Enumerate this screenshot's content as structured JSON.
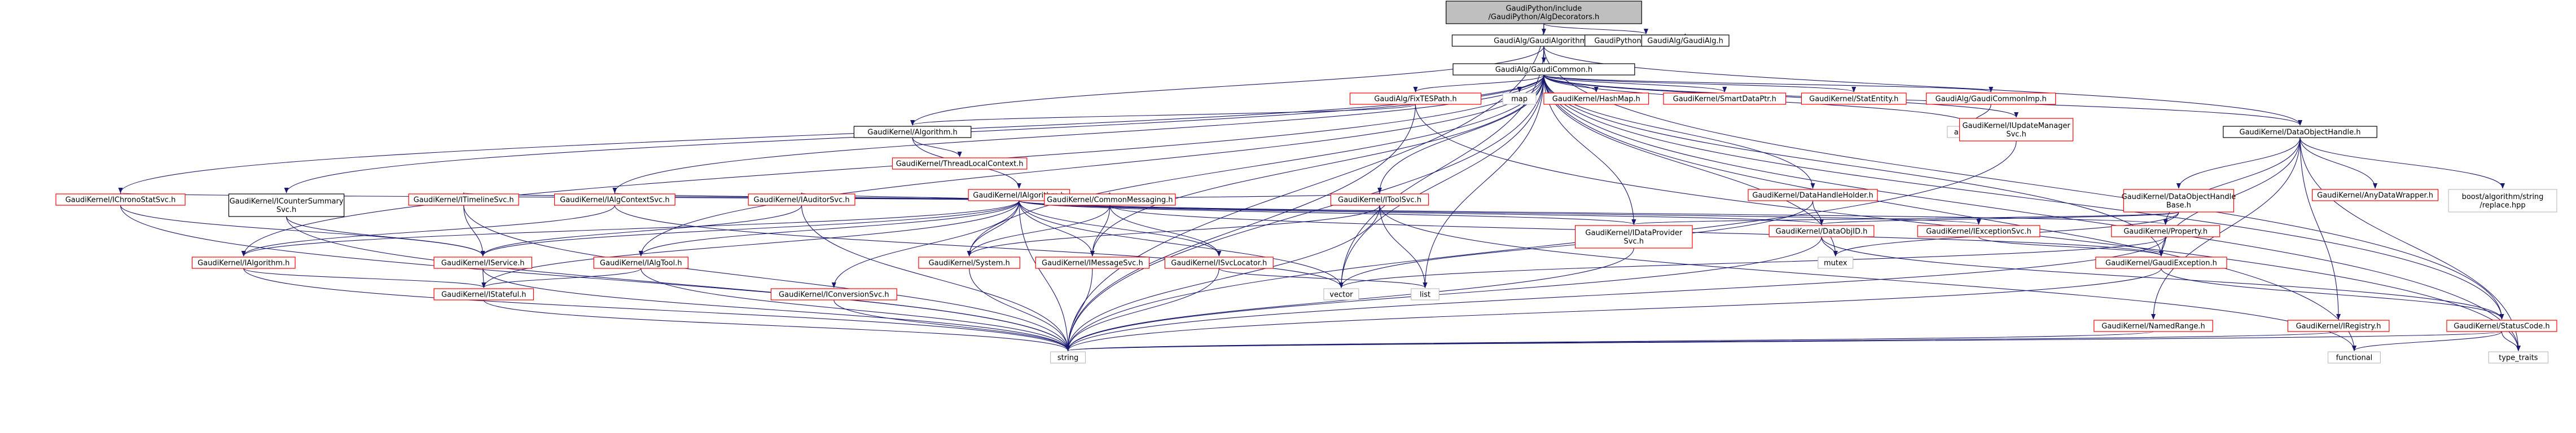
{
  "nodes": {
    "root": [
      "GaudiPython/include",
      "/GaudiPython/AlgDecorators.h"
    ],
    "gaudialgorithm": [
      "GaudiAlg/GaudiAlgorithm.h"
    ],
    "gaudipython": [
      "GaudiPython/GaudiPython.h"
    ],
    "gaudicommon": [
      "GaudiAlg/GaudiCommon.h"
    ],
    "gaudialg": [
      "GaudiAlg/GaudiAlg.h"
    ],
    "fixtespath": [
      "GaudiAlg/FixTESPath.h"
    ],
    "map": [
      "map"
    ],
    "hashmap": [
      "GaudiKernel/HashMap.h"
    ],
    "smartdataptr": [
      "GaudiKernel/SmartDataPtr.h"
    ],
    "statentity": [
      "GaudiKernel/StatEntity.h"
    ],
    "commonimp": [
      "GaudiAlg/GaudiCommonImp.h"
    ],
    "algorithm_std": [
      "algorithm"
    ],
    "iupdatemanager": [
      "GaudiKernel/IUpdateManager",
      "Svc.h"
    ],
    "dataobjecthandle": [
      "GaudiKernel/DataObjectHandle.h"
    ],
    "algorithm_h": [
      "GaudiKernel/Algorithm.h"
    ],
    "threadlocalcontext": [
      "GaudiKernel/ThreadLocalContext.h"
    ],
    "ialgorithm_k": [
      "GaudiKernel/IAlgorithm.h"
    ],
    "datahandleholder": [
      "GaudiKernel/DataHandleHolder.h"
    ],
    "dataobjecthandlebase": [
      "GaudiKernel/DataObjectHandle",
      "Base.h"
    ],
    "anydatawrapper": [
      "GaudiKernel/AnyDataWrapper.h"
    ],
    "boostreplace": [
      "boost/algorithm/string",
      "/replace.hpp"
    ],
    "ichronostatsvc": [
      "GaudiKernel/IChronoStatSvc.h"
    ],
    "icountersummary": [
      "GaudiKernel/ICounterSummary",
      "Svc.h"
    ],
    "itimelinesvc": [
      "GaudiKernel/ITimelineSvc.h"
    ],
    "ialgcontextsvc": [
      "GaudiKernel/IAlgContextSvc.h"
    ],
    "iauditorsvc": [
      "GaudiKernel/IAuditorSvc.h"
    ],
    "commonmessaging": [
      "GaudiKernel/CommonMessaging.h"
    ],
    "itoolsvc": [
      "GaudiKernel/IToolSvc.h"
    ],
    "idataprovidersvc": [
      "GaudiKernel/IDataProvider",
      "Svc.h"
    ],
    "dataobjid": [
      "GaudiKernel/DataObjID.h"
    ],
    "iexceptionsvc": [
      "GaudiKernel/IExceptionSvc.h"
    ],
    "property": [
      "GaudiKernel/Property.h"
    ],
    "ialgorithm2": [
      "GaudiKernel/IAlgorithm.h"
    ],
    "iservice": [
      "GaudiKernel/IService.h"
    ],
    "ialgtool": [
      "GaudiKernel/IAlgTool.h"
    ],
    "isystem": [
      "GaudiKernel/System.h"
    ],
    "imessagesvc": [
      "GaudiKernel/IMessageSvc.h"
    ],
    "isvclocator": [
      "GaudiKernel/ISvcLocator.h"
    ],
    "mutex": [
      "mutex"
    ],
    "gaudiexception": [
      "GaudiKernel/GaudiException.h"
    ],
    "istateful": [
      "GaudiKernel/IStateful.h"
    ],
    "iconversionsvc": [
      "GaudiKernel/IConversionSvc.h"
    ],
    "vector": [
      "vector"
    ],
    "list": [
      "list"
    ],
    "namedrange": [
      "GaudiKernel/NamedRange.h"
    ],
    "iregistry": [
      "GaudiKernel/IRegistry.h"
    ],
    "statuscode": [
      "GaudiKernel/StatusCode.h"
    ],
    "string": [
      "string"
    ],
    "functional": [
      "functional"
    ],
    "typetraits": [
      "type_traits"
    ]
  },
  "colors": {
    "edge": "#191970",
    "red_border": "#ff0000",
    "gray_border": "#bfbfbf",
    "root_fill": "#bfbfbf"
  }
}
